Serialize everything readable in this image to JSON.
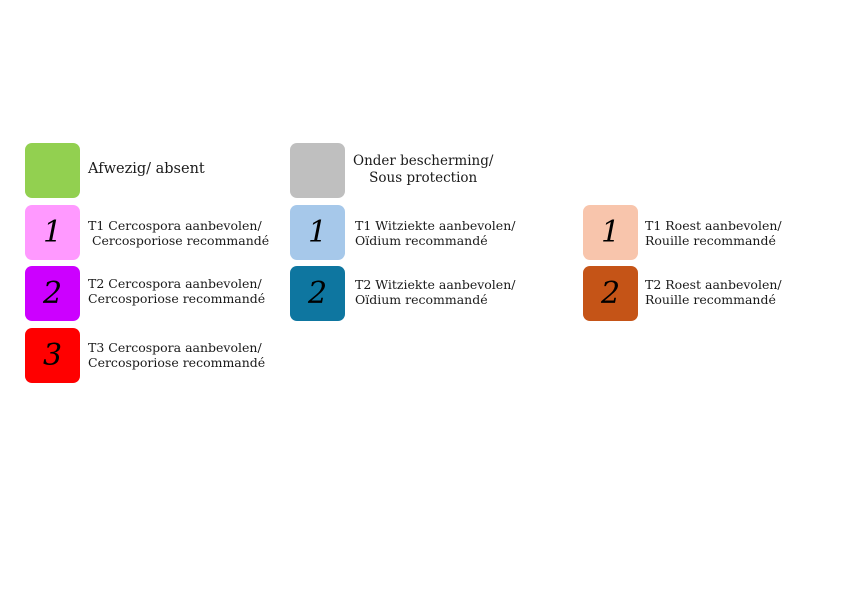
{
  "legend": {
    "absent": {
      "color": "#92d050",
      "label": "Afwezig/ absent"
    },
    "protection": {
      "color": "#bfbfbf",
      "line1": "Onder bescherming/",
      "line2": "Sous protection"
    },
    "cercospora": [
      {
        "color": "#ff99ff",
        "number": "1",
        "line1": "T1 Cercospora aanbevolen/",
        "line2": " Cercosporiose recommandé"
      },
      {
        "color": "#cc00ff",
        "number": "2",
        "line1": "T2 Cercospora aanbevolen/",
        "line2": "Cercosporiose recommandé"
      },
      {
        "color": "#ff0000",
        "number": "3",
        "line1": "T3 Cercospora aanbevolen/",
        "line2": "Cercosporiose recommandé"
      }
    ],
    "witziekte": [
      {
        "color": "#a6c8ea",
        "number": "1",
        "line1": "T1 Witziekte aanbevolen/",
        "line2": "Oïdium recommandé"
      },
      {
        "color": "#0e76a0",
        "number": "2",
        "line1": "T2 Witziekte aanbevolen/",
        "line2": "Oïdium recommandé"
      }
    ],
    "roest": [
      {
        "color": "#f8c5ac",
        "number": "1",
        "line1": "T1 Roest aanbevolen/",
        "line2": "Rouille recommandé"
      },
      {
        "color": "#c55417",
        "number": "2",
        "line1": "T2 Roest aanbevolen/",
        "line2": "Rouille recommandé"
      }
    ]
  }
}
